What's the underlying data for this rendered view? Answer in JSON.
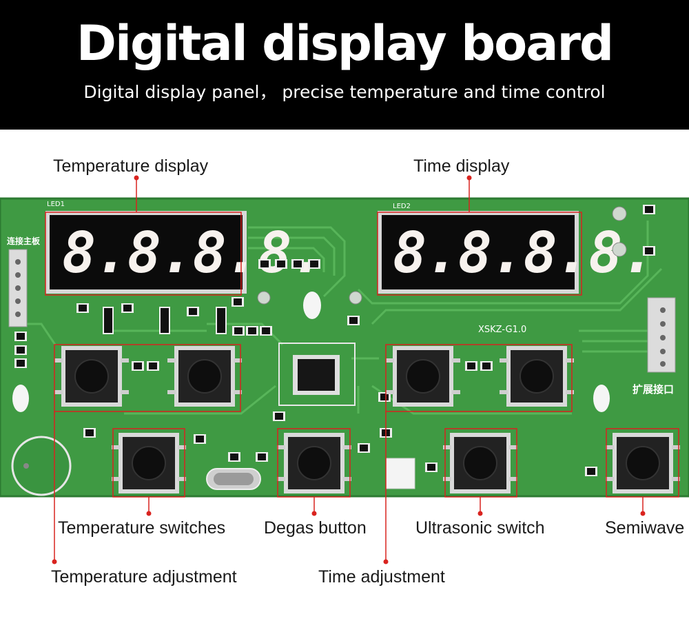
{
  "header": {
    "title": "Digital display board",
    "subtitle": "Digital display panel， precise temperature and time control"
  },
  "callouts": {
    "temperature_display": "Temperature display",
    "time_display": "Time display",
    "temperature_switches": "Temperature switches",
    "degas_button": "Degas button",
    "ultrasonic_switch": "Ultrasonic switch",
    "semiwave": "Semiwave",
    "temperature_adjustment": "Temperature adjustment",
    "time_adjustment": "Time adjustment"
  },
  "board": {
    "model": "XSKZ-G1.0",
    "led1": "LED1",
    "led2": "LED2",
    "connector_main": "连接主板",
    "connector_ext": "扩展接口",
    "display_digits": "8.8.8.8."
  },
  "colors": {
    "pcb": "#3f9a43",
    "pcb_dark": "#2f7f35",
    "trace": "#4fae52",
    "callout": "#d9231f",
    "digit": "#f7f2ee"
  }
}
